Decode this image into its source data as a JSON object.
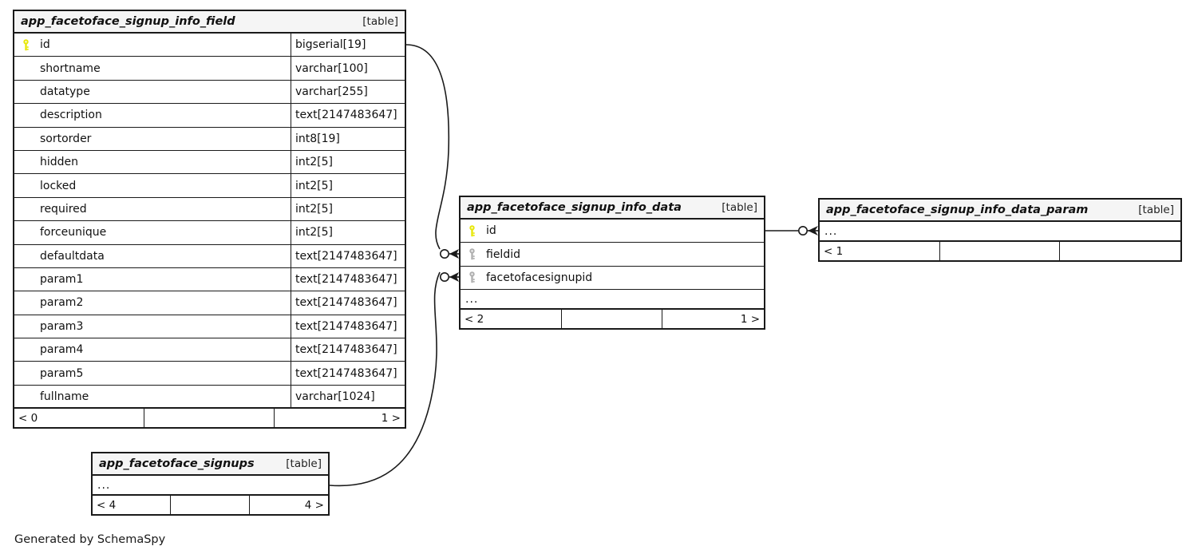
{
  "diagram": {
    "credit": "Generated by SchemaSpy",
    "table_tag": "[table]",
    "ellipsis": "...",
    "key_icons": {
      "primary": "primary-key-icon",
      "foreign": "foreign-key-icon"
    },
    "colors": {
      "primary_key": "#e8e80c",
      "foreign_key": "#b0b0b0",
      "border": "#1a1a1a",
      "header_bg": "#f5f5f5",
      "background": "#ffffff"
    }
  },
  "tables": [
    {
      "id": "app_facetoface_signup_info_field",
      "name": "app_facetoface_signup_info_field",
      "tag": "[table]",
      "columns": [
        {
          "name": "id",
          "type": "bigserial[19]",
          "key": "primary"
        },
        {
          "name": "shortname",
          "type": "varchar[100]",
          "key": "none"
        },
        {
          "name": "datatype",
          "type": "varchar[255]",
          "key": "none"
        },
        {
          "name": "description",
          "type": "text[2147483647]",
          "key": "none"
        },
        {
          "name": "sortorder",
          "type": "int8[19]",
          "key": "none"
        },
        {
          "name": "hidden",
          "type": "int2[5]",
          "key": "none"
        },
        {
          "name": "locked",
          "type": "int2[5]",
          "key": "none"
        },
        {
          "name": "required",
          "type": "int2[5]",
          "key": "none"
        },
        {
          "name": "forceunique",
          "type": "int2[5]",
          "key": "none"
        },
        {
          "name": "defaultdata",
          "type": "text[2147483647]",
          "key": "none"
        },
        {
          "name": "param1",
          "type": "text[2147483647]",
          "key": "none"
        },
        {
          "name": "param2",
          "type": "text[2147483647]",
          "key": "none"
        },
        {
          "name": "param3",
          "type": "text[2147483647]",
          "key": "none"
        },
        {
          "name": "param4",
          "type": "text[2147483647]",
          "key": "none"
        },
        {
          "name": "param5",
          "type": "text[2147483647]",
          "key": "none"
        },
        {
          "name": "fullname",
          "type": "varchar[1024]",
          "key": "none"
        }
      ],
      "has_ellipsis_row": false,
      "footer": {
        "left": "< 0",
        "middle": "",
        "right": "1 >"
      }
    },
    {
      "id": "app_facetoface_signup_info_data",
      "name": "app_facetoface_signup_info_data",
      "tag": "[table]",
      "columns": [
        {
          "name": "id",
          "type": "",
          "key": "primary"
        },
        {
          "name": "fieldid",
          "type": "",
          "key": "foreign"
        },
        {
          "name": "facetofacesignupid",
          "type": "",
          "key": "foreign"
        }
      ],
      "has_ellipsis_row": true,
      "footer": {
        "left": "< 2",
        "middle": "",
        "right": "1 >"
      }
    },
    {
      "id": "app_facetoface_signup_info_data_param",
      "name": "app_facetoface_signup_info_data_param",
      "tag": "[table]",
      "columns": [],
      "has_ellipsis_row": true,
      "footer": {
        "left": "< 1",
        "middle": "",
        "right": ""
      }
    },
    {
      "id": "app_facetoface_signups",
      "name": "app_facetoface_signups",
      "tag": "[table]",
      "columns": [],
      "has_ellipsis_row": true,
      "footer": {
        "left": "< 4",
        "middle": "",
        "right": "4 >"
      }
    }
  ],
  "relationships": [
    {
      "from": "app_facetoface_signup_info_field.id",
      "to": "app_facetoface_signup_info_data.fieldid"
    },
    {
      "from": "app_facetoface_signups",
      "to": "app_facetoface_signup_info_data.facetofacesignupid"
    },
    {
      "from": "app_facetoface_signup_info_data.id",
      "to": "app_facetoface_signup_info_data_param"
    }
  ]
}
